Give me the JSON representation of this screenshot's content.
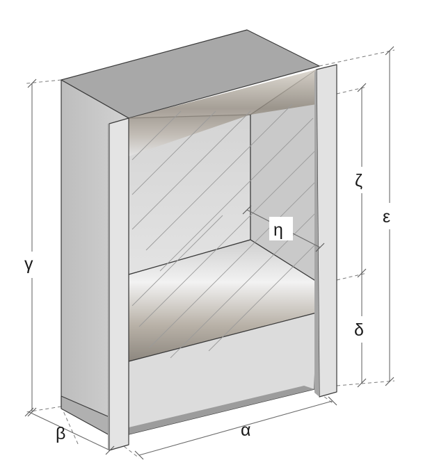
{
  "diagram": {
    "dimensions": {
      "alpha": "α",
      "beta": "β",
      "gamma": "γ",
      "delta": "δ",
      "epsilon": "ε",
      "zeta": "ζ",
      "eta": "η"
    },
    "colors": {
      "top": "#a9a9a9",
      "side_outer": "#c6c6c6",
      "panel_front": "#e2e2e2",
      "interior_back": "#d9d9d9",
      "seat_front": "#dcdcdc",
      "edge": "#3a3a3a"
    }
  }
}
